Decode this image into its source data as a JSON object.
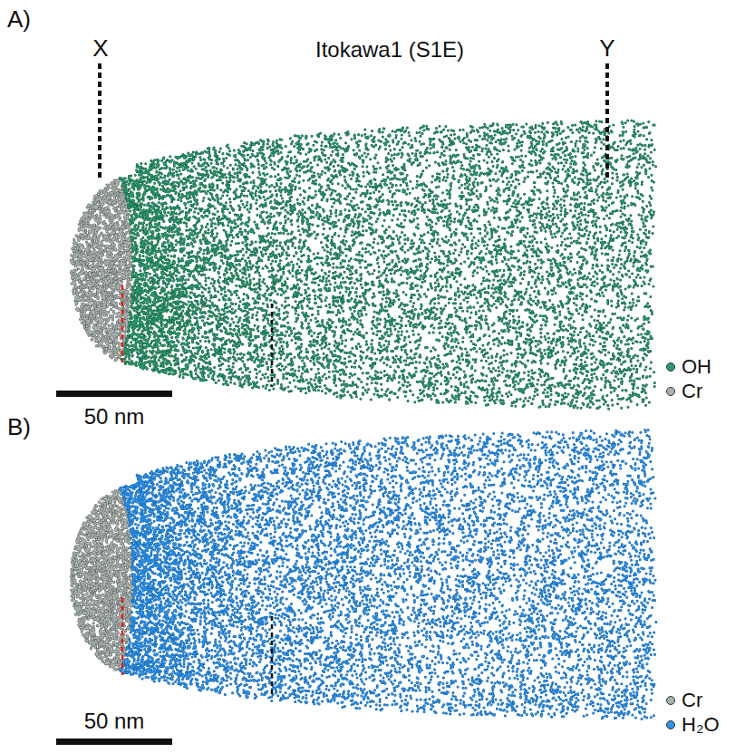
{
  "diagram": {
    "title": "Itokawa1 (S1E)",
    "labels": [
      "A)",
      "X",
      "Y",
      "50 nm",
      "B)",
      "50 nm"
    ],
    "legend": [
      {
        "text": "OH",
        "color": "#2a9a6e"
      },
      {
        "text": "Cr",
        "color": "#a9b3ae"
      },
      {
        "text": "Cr",
        "color": "#a9b3ae"
      },
      {
        "text": "H₂O",
        "color": "#2b93ea"
      }
    ]
  }
}
